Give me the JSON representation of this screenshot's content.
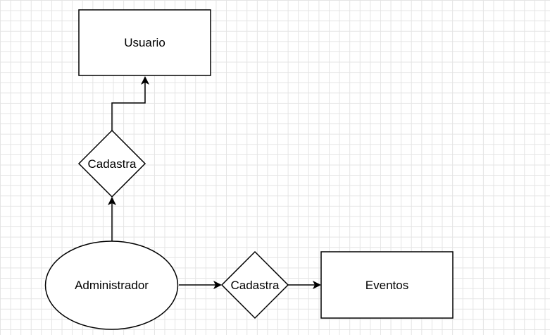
{
  "diagram": {
    "nodes": {
      "usuario": {
        "label": "Usuario",
        "shape": "rectangle"
      },
      "cadastra_top": {
        "label": "Cadastra",
        "shape": "diamond"
      },
      "administrador": {
        "label": "Administrador",
        "shape": "ellipse"
      },
      "cadastra_right": {
        "label": "Cadastra",
        "shape": "diamond"
      },
      "eventos": {
        "label": "Eventos",
        "shape": "rectangle"
      }
    },
    "edges": [
      {
        "from": "administrador",
        "to": "cadastra_top"
      },
      {
        "from": "cadastra_top",
        "to": "usuario"
      },
      {
        "from": "administrador",
        "to": "cadastra_right"
      },
      {
        "from": "cadastra_right",
        "to": "eventos"
      }
    ],
    "colors": {
      "stroke": "#000000",
      "fill": "#ffffff",
      "grid": "#e4e4e4"
    }
  }
}
